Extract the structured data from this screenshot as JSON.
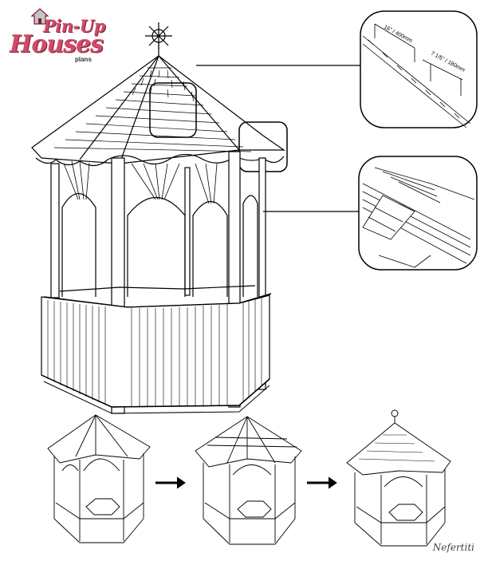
{
  "logo": {
    "line1": "Pin-Up",
    "line2": "Houses",
    "line3": "plans",
    "colors": {
      "brand": "#d14a6a",
      "shadow": "#7a1f35"
    }
  },
  "detail_callouts": {
    "shingle_spacing": {
      "dim1": "16\" / 400mm",
      "dim2": "7 1/5\" / 180mm"
    }
  },
  "steps": [
    {
      "name": "frame-stage"
    },
    {
      "name": "roof-framing-stage"
    },
    {
      "name": "finished-stage"
    }
  ],
  "signature": "Nefertiti"
}
